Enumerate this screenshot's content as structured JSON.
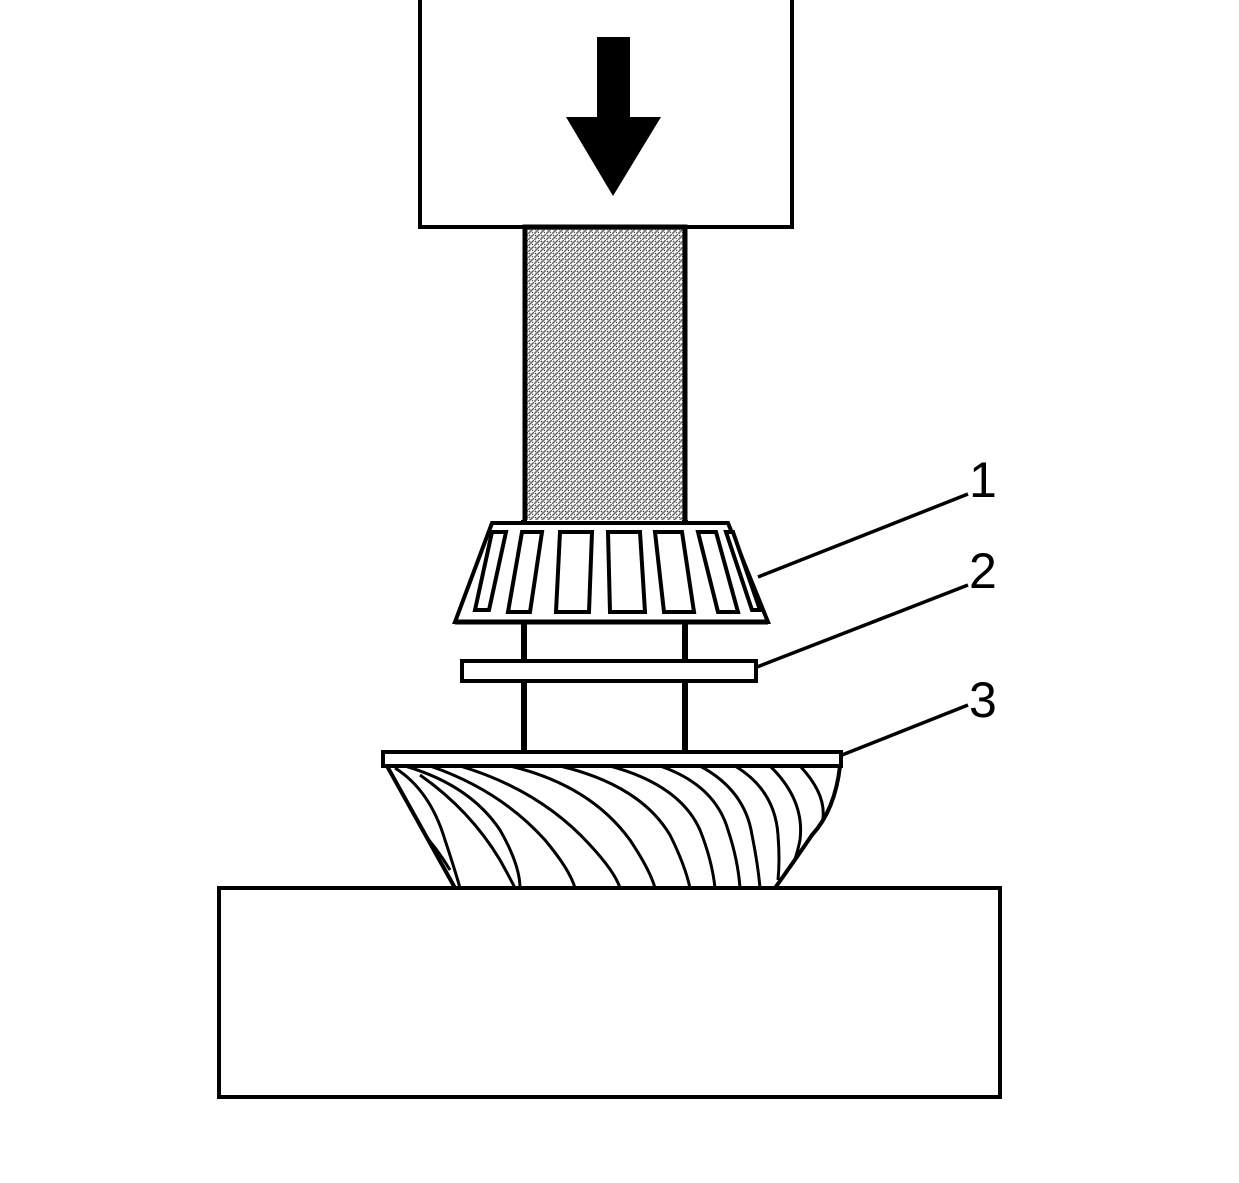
{
  "callouts": [
    {
      "id": "1",
      "label": "1"
    },
    {
      "id": "2",
      "label": "2"
    },
    {
      "id": "3",
      "label": "3"
    }
  ],
  "press_arrow_icon": "down-arrow-icon",
  "colors": {
    "stroke": "#000000",
    "background": "#ffffff",
    "shaft_stipple": "#9a9a9a"
  }
}
